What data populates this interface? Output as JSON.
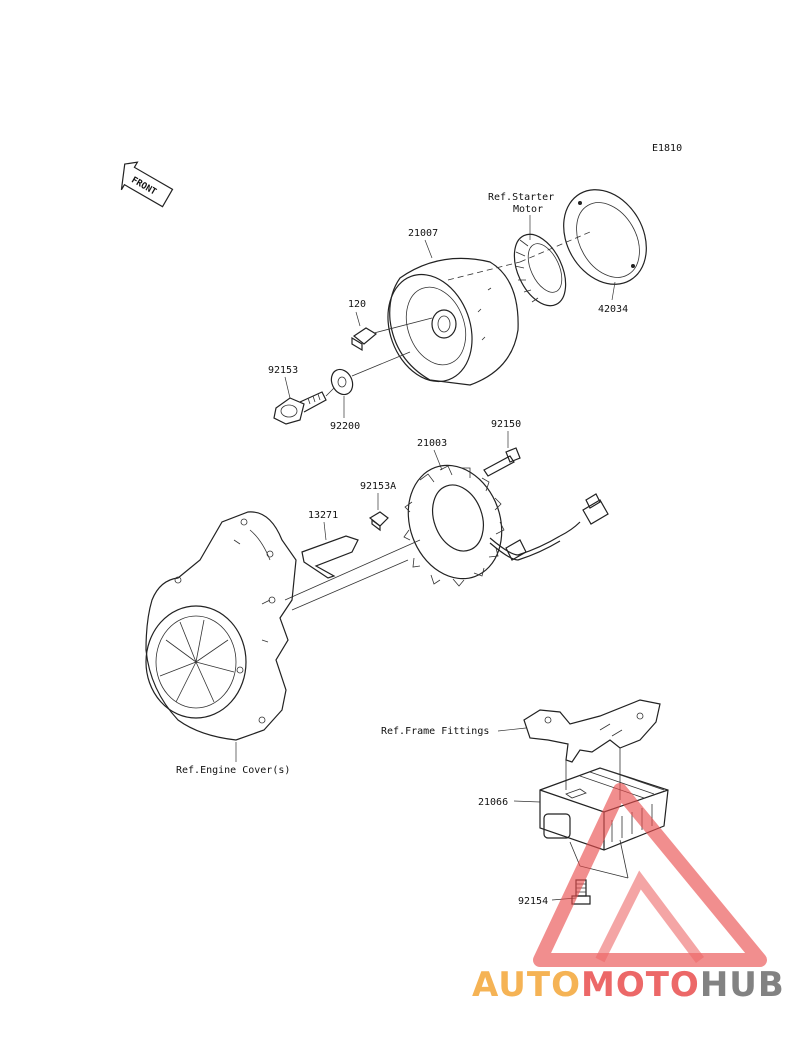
{
  "diagram": {
    "code": "E1810",
    "front_label": "FRONT",
    "refs": {
      "starter_motor_line1": "Ref.Starter",
      "starter_motor_line2": "Motor",
      "frame_fittings": "Ref.Frame Fittings",
      "engine_cover": "Ref.Engine Cover(s)"
    },
    "parts": {
      "flywheel": "21007",
      "starter_gear_cover": "42034",
      "flywheel_bolt": "120",
      "bolt_92153": "92153",
      "washer": "92200",
      "stator": "21003",
      "stator_bolt": "92150",
      "bolt_92153a": "92153A",
      "clamp": "13271",
      "regulator": "21066",
      "regulator_bolt": "92154"
    }
  },
  "watermark": {
    "text_auto": "AUTO",
    "text_moto": "MOTO",
    "text_hub": "HUB",
    "colors": {
      "auto": "#f4a638",
      "moto": "#e94e4e",
      "hub": "#6d6d6d",
      "triangle": "#e94e4e"
    }
  }
}
